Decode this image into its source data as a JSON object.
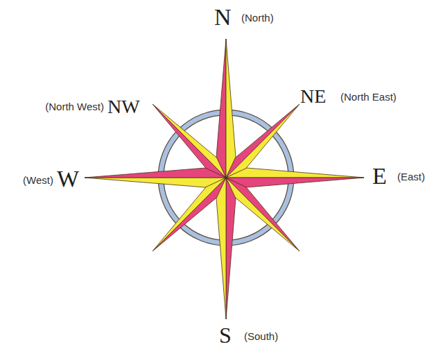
{
  "diagram": {
    "labels": [
      "N",
      "(North)",
      "(North West)",
      "NW",
      "NE",
      "(North East)",
      "(West)",
      "W",
      "E",
      "(East)",
      "S",
      "(South)"
    ]
  }
}
